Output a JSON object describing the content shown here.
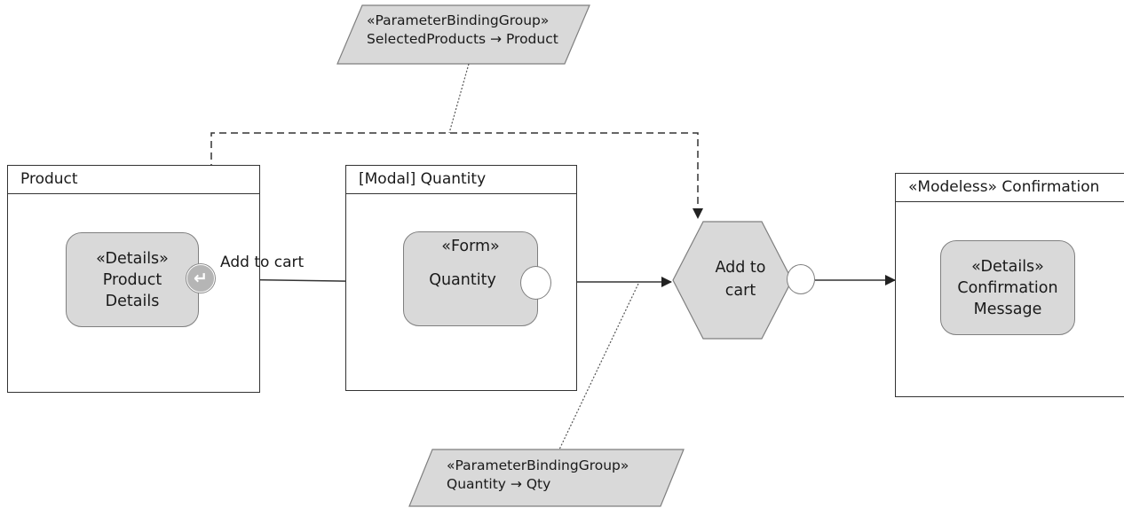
{
  "containers": {
    "product": {
      "title": "Product"
    },
    "quantity": {
      "title": "[Modal] Quantity"
    },
    "confirmation": {
      "title": "«Modeless» Confirmation"
    }
  },
  "boxes": {
    "product_details": {
      "stereotype": "«Details»",
      "line1": "Product",
      "line2": "Details"
    },
    "quantity_form": {
      "stereotype": "«Form»",
      "line1": "Quantity"
    },
    "confirmation_message": {
      "stereotype": "«Details»",
      "line1": "Confirmation",
      "line2": "Message"
    }
  },
  "action": {
    "line1": "Add to",
    "line2": "cart"
  },
  "edges": {
    "add_to_cart_label": "Add to cart"
  },
  "notes": {
    "top": {
      "stereotype": "«ParameterBindingGroup»",
      "binding": "SelectedProducts → Product"
    },
    "bottom": {
      "stereotype": "«ParameterBindingGroup»",
      "binding": "Quantity → Qty"
    }
  },
  "icons": {
    "enter_port": "return-arrow-icon"
  },
  "colors": {
    "shape_fill": "#d9d9d9",
    "line": "#333333"
  }
}
